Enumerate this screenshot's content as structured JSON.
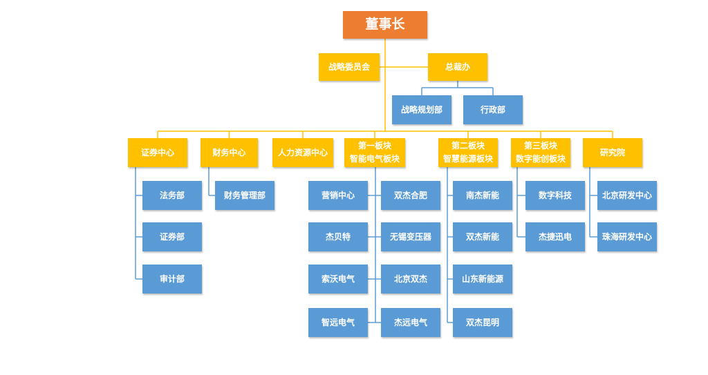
{
  "colors": {
    "top": "#ED7D31",
    "gold": "#FFC000",
    "blue": "#5B9BD5",
    "line": "#FFC000",
    "blue_line": "#5B9BD5"
  },
  "chairman": "董事长",
  "level1": {
    "strategy_committee": "战略委员会",
    "president_office": "总裁办"
  },
  "president_office_units": [
    "战略规划部",
    "行政部"
  ],
  "divisions": [
    {
      "id": "securities",
      "lines": [
        "证券中心"
      ],
      "units": [
        "法务部",
        "证券部",
        "审计部"
      ]
    },
    {
      "id": "finance",
      "lines": [
        "财务中心"
      ],
      "units": [
        "财务管理部"
      ]
    },
    {
      "id": "hr",
      "lines": [
        "人力资源中心"
      ],
      "units": []
    },
    {
      "id": "block1",
      "lines": [
        "第一板块",
        "智能电气板块"
      ],
      "units": [
        "营销中心",
        "杰贝特",
        "索沃电气",
        "智远电气",
        "双杰合肥",
        "无锡变压器",
        "北京双杰",
        "杰远电气"
      ]
    },
    {
      "id": "block2",
      "lines": [
        "第二板块",
        "智慧能源板块"
      ],
      "units": [
        "南杰新能",
        "双杰新能",
        "山东新能源",
        "双杰昆明"
      ]
    },
    {
      "id": "block3",
      "lines": [
        "第三板块",
        "数字能创板块"
      ],
      "units": [
        "数字科技",
        "杰捷迅电"
      ]
    },
    {
      "id": "research",
      "lines": [
        "研究院"
      ],
      "units": [
        "北京研发中心",
        "珠海研发中心"
      ]
    }
  ]
}
